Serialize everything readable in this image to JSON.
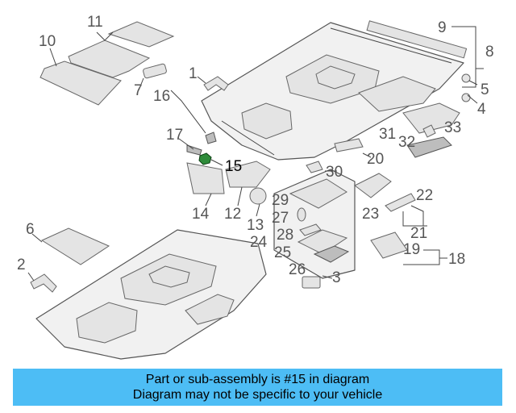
{
  "diagram": {
    "callouts": {
      "c1": "1",
      "c2": "2",
      "c3": "3",
      "c4": "4",
      "c5": "5",
      "c6": "6",
      "c7": "7",
      "c8": "8",
      "c9": "9",
      "c10": "10",
      "c11": "11",
      "c12": "12",
      "c13": "13",
      "c14": "14",
      "c15": "15",
      "c16": "16",
      "c17": "17",
      "c18": "18",
      "c19": "19",
      "c20": "20",
      "c21": "21",
      "c22": "22",
      "c23": "23",
      "c24": "24",
      "c25": "25",
      "c26": "26",
      "c27": "27",
      "c28": "28",
      "c29": "29",
      "c30": "30",
      "c31": "31",
      "c32": "32",
      "c33": "33"
    },
    "highlighted_part": "15",
    "highlight_color": "#2e8b3a"
  },
  "banner": {
    "line1": "Part or sub-assembly is #15 in diagram",
    "line2": "Diagram may not be specific to your vehicle",
    "background": "#4dbdf5"
  }
}
